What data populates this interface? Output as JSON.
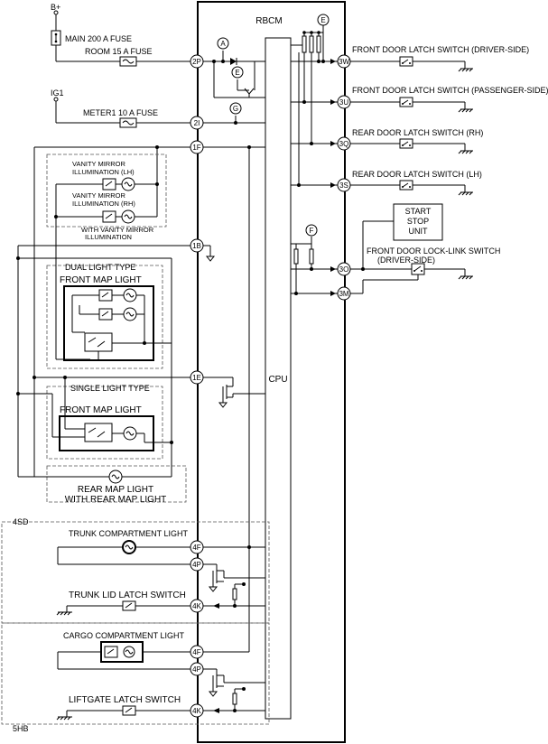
{
  "module": {
    "name": "RBCM",
    "cpu": "CPU"
  },
  "power": {
    "battery": "B+",
    "ignition": "IG1"
  },
  "fuses": {
    "main_line1": "MAIN 200 A FUSE",
    "main_line2": "ROOM 15 A FUSE",
    "meter": "METER1 10 A FUSE"
  },
  "markers": {
    "a": "A",
    "e": "E",
    "f": "F",
    "g": "G"
  },
  "pins": {
    "p2P": "2P",
    "p2I": "2I",
    "p1F": "1F",
    "p1B": "1B",
    "p1E": "1E",
    "p3W": "3W",
    "p3U": "3U",
    "p3Q": "3Q",
    "p3S": "3S",
    "p3O": "3O",
    "p3M": "3M",
    "p4F_a": "4F",
    "p4P_a": "4P",
    "p4K_a": "4K",
    "p4F_b": "4F",
    "p4P_b": "4P",
    "p4K_b": "4K"
  },
  "switches": {
    "front_driver": "FRONT DOOR LATCH SWITCH (DRIVER-SIDE)",
    "front_passenger": "FRONT DOOR LATCH SWITCH (PASSENGER-SIDE)",
    "rear_rh": "REAR DOOR LATCH SWITCH (RH)",
    "rear_lh": "REAR DOOR LATCH SWITCH (LH)",
    "lock_link_l1": "FRONT DOOR LOCK-LINK SWITCH",
    "lock_link_l2": "(DRIVER-SIDE)",
    "trunk_lid": "TRUNK LID LATCH SWITCH",
    "liftgate": "LIFTGATE LATCH SWITCH"
  },
  "start_stop": {
    "line1": "START",
    "line2": "STOP",
    "line3": "UNIT"
  },
  "lights": {
    "vanity_lh_1": "VANITY MIRROR",
    "vanity_lh_2": "ILLUMINATION (LH)",
    "vanity_rh_1": "VANITY MIRROR",
    "vanity_rh_2": "ILLUMINATION (RH)",
    "vanity_opt_1": "WITH VANITY MIRROR",
    "vanity_opt_2": "ILLUMINATION",
    "dual_type": "DUAL LIGHT TYPE",
    "front_map_dual": "FRONT MAP LIGHT",
    "single_type": "SINGLE LIGHT TYPE",
    "front_map_single": "FRONT MAP LIGHT",
    "rear_map": "REAR MAP LIGHT",
    "rear_map_opt": "WITH REAR MAP LIGHT",
    "trunk_compartment": "TRUNK COMPARTMENT LIGHT",
    "cargo_compartment": "CARGO COMPARTMENT LIGHT"
  },
  "variants": {
    "sedan": "4SD",
    "hatch": "5HB"
  }
}
